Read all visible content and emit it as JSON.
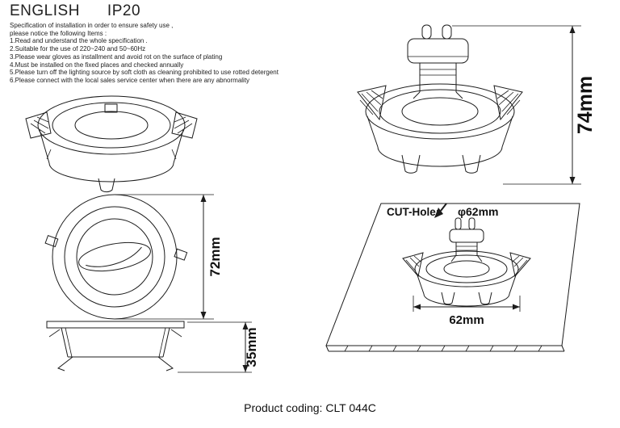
{
  "header": {
    "language": "ENGLISH",
    "rating": "IP20"
  },
  "spec": {
    "intro_line1": "Specification of installation in order to ensure safety use ,",
    "intro_line2": "please notice the following Items :",
    "items": [
      "1.Read and understand the whole specification .",
      "2.Suitable for the use of 220~240 and 50~60Hz",
      "3.Please wear gloves as installment and avoid rot on the surface of plating",
      "4.Must be installed on the fixed places and checked annually",
      "5.Please turn off the lighting source by soft cloth as cleaning prohibited to use rotted detergent",
      "6.Please connect with the local sales service center when there are any abnormality"
    ]
  },
  "dimensions": {
    "overall_height": "74mm",
    "face_diameter": "72mm",
    "body_height": "35mm",
    "cutout_width": "62mm"
  },
  "cutout": {
    "label": "CUT-Hole:",
    "diameter": "φ62mm"
  },
  "icons": {
    "cutout_pointer": "diagonal-arrow"
  },
  "footer": {
    "product_coding": "Product coding: CLT 044C"
  }
}
